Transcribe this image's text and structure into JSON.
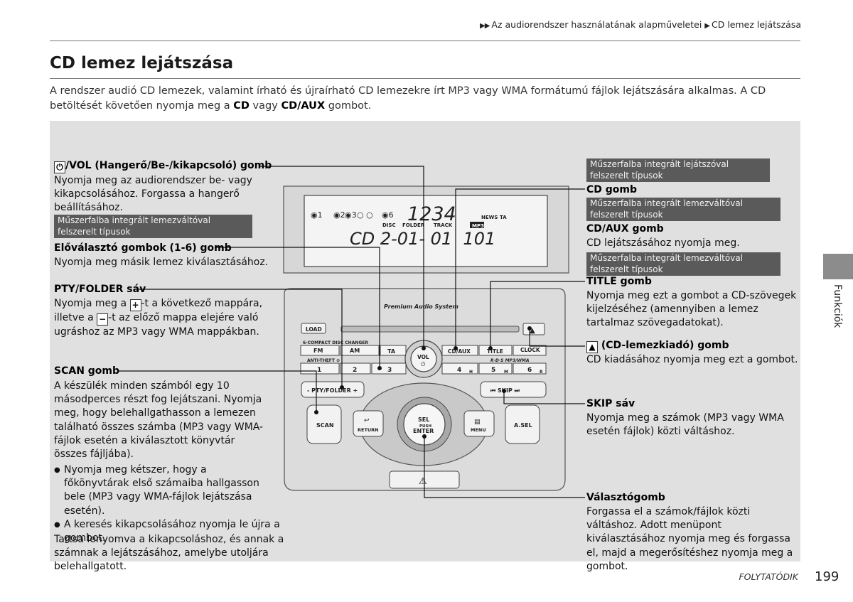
{
  "header": {
    "breadcrumb_1": "Az audiorendszer használatának alapműveletei",
    "breadcrumb_2": "CD lemez lejátszása"
  },
  "title": "CD lemez lejátszása",
  "intro": {
    "text_1": "A rendszer audió CD lemezek, valamint írható és újraírható CD lemezekre írt MP3 vagy WMA formátumú fájlok lejátszására alkalmas. A CD betöltését követően nyomja meg a ",
    "bold_1": "CD",
    "text_2": " vagy ",
    "bold_2": "CD/AUX",
    "text_3": " gombot."
  },
  "left": {
    "power": {
      "icon": "power-icon",
      "heading": "/VOL (Hangerő/Be-/kikapcsoló) gomb",
      "body": "Nyomja meg az audiorendszer be- vagy kikapcsolásához. Forgassa a hangerő beállításához.",
      "note": "Műszerfalba integrált lemezváltóval felszerelt típusok"
    },
    "preset": {
      "heading": "Előválasztó gombok (1-6) gomb",
      "body": "Nyomja meg másik lemez kiválasztásához."
    },
    "pty": {
      "heading": "PTY/FOLDER sáv",
      "l1a": "Nyomja meg a ",
      "key_plus": "+",
      "l1b": "-t a következő mappára,",
      "l2a": "illetve a ",
      "key_minus": "−",
      "l2b": "-t az előző mappa elejére való",
      "l3": "ugráshoz az MP3 vagy WMA mappákban."
    },
    "scan": {
      "heading": "SCAN gomb",
      "body": "A készülék minden számból egy 10 másodperces részt fog lejátszani. Nyomja meg, hogy belehallgathasson a lemezen található összes számba (MP3 vagy WMA-fájlok esetén a kiválasztott könyvtár összes fájljába).",
      "bullet_1": "Nyomja meg kétszer, hogy a főkönyvtárak első számaiba hallgasson bele (MP3 vagy WMA-fájlok lejátszása esetén).",
      "bullet_2": "A keresés kikapcsolásához nyomja le újra a gombot.",
      "tail": "Tartsa lenyomva a kikapcsoláshoz, és annak a számnak a lejátszásához, amelybe utoljára belehallgatott."
    }
  },
  "right": {
    "cd": {
      "note": "Műszerfalba integrált lejátszóval felszerelt típusok",
      "heading": "CD gomb"
    },
    "cdaux": {
      "note": "Műszerfalba integrált lemezváltóval felszerelt típusok",
      "heading": "CD/AUX gomb",
      "body": "CD lejátszásához nyomja meg."
    },
    "title": {
      "note": "Műszerfalba integrált lemezváltóval felszerelt típusok",
      "heading": "TITLE gomb",
      "body": "Nyomja meg ezt a gombot a CD-szövegek kijelzéséhez (amennyiben a lemez tartalmaz szövegadatokat)."
    },
    "eject": {
      "heading": " (CD-lemezkiadó) gomb",
      "body": "CD kiadásához nyomja meg ezt a gombot."
    },
    "skip": {
      "heading": "SKIP sáv",
      "body": "Nyomja meg a számok (MP3 vagy WMA esetén fájlok) közti váltáshoz."
    },
    "selector": {
      "heading": "Választógomb",
      "body": "Forgassa el a számok/fájlok közti váltáshoz. Adott menüpont kiválasztásához nyomja meg és forgassa el, majd a megerősítéshez nyomja meg a gombot."
    }
  },
  "radio": {
    "display": {
      "discs": [
        "1",
        "2",
        "3"
      ],
      "disc_6": "6",
      "clock": "1234",
      "disc_lbl": "DISC",
      "folder_lbl": "FOLDER",
      "track_lbl": "TRACK",
      "news": "NEWS",
      "ta": "TA",
      "mp3": "MP3",
      "main": "CD 2-01- 01  101"
    },
    "brand": "Premium Audio System",
    "load": "LOAD",
    "changer": "6-COMPACT DISC CHANGER",
    "antitheft": "ANTI-THEFT",
    "rds": "R·D·S MP3/WMA",
    "row1": [
      "FM",
      "AM",
      "TA",
      "CD/AUX",
      "TITLE",
      "CLOCK"
    ],
    "presets": [
      "1",
      "2",
      "3",
      "4",
      "5",
      "6"
    ],
    "preset_subs": [
      "H",
      "M",
      "R"
    ],
    "vol": "VOL",
    "pty_folder": "- PTY/FOLDER +",
    "skip": "SKIP",
    "scan": "SCAN",
    "return": "RETURN",
    "sel": "SEL",
    "push": "PUSH",
    "enter": "ENTER",
    "menu": "MENU",
    "asel": "A.SEL"
  },
  "footer": {
    "continued": "FOLYTATÓDIK",
    "page": "199",
    "side_tab": "Funkciók"
  }
}
